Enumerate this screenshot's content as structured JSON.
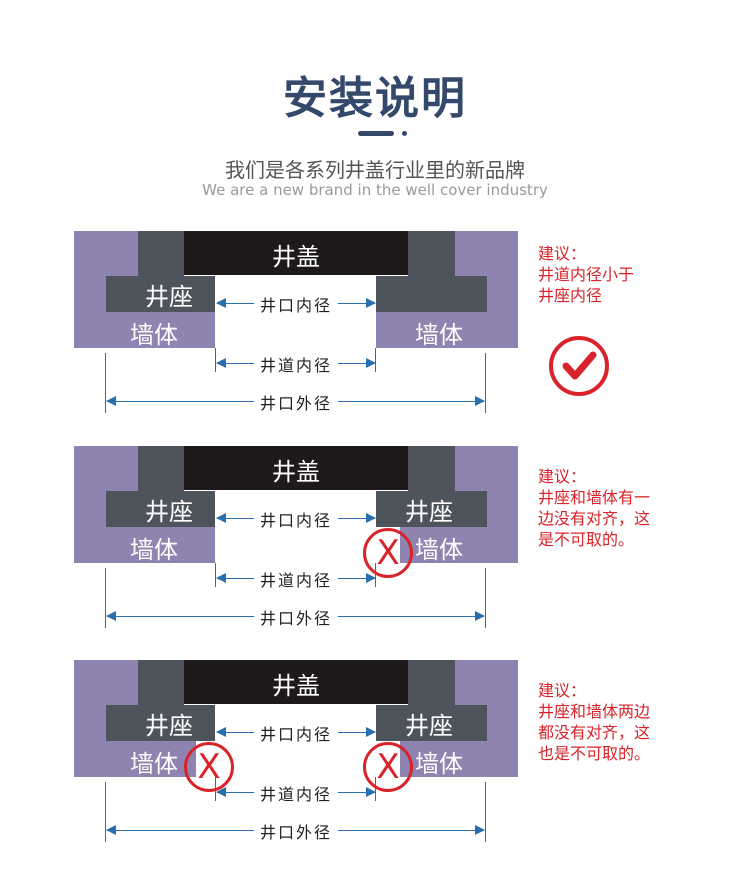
{
  "header": {
    "title": "安装说明",
    "subtitle_cn": "我们是各系列井盖行业里的新品牌",
    "subtitle_en": "We are a new brand in the well cover industry"
  },
  "labels": {
    "cover": "井盖",
    "seat": "井座",
    "wall": "墙体",
    "opening_inner": "井口内径",
    "shaft_inner": "井道内径",
    "opening_outer": "井口外径"
  },
  "diagrams": [
    {
      "note": [
        "建议：",
        "井道内径小于",
        "井座内径"
      ],
      "verdict": "correct"
    },
    {
      "note": [
        "建议：",
        "井座和墙体有一",
        "边没有对齐，这",
        "是不可取的。"
      ],
      "verdict": "wrong"
    },
    {
      "note": [
        "建议：",
        "井座和墙体两边",
        "都没有对齐，这",
        "也是不可取的。"
      ],
      "verdict": "wrong"
    }
  ],
  "marks": {
    "wrong": "X"
  },
  "colors": {
    "title": "#34486b",
    "wall": "#8f84b0",
    "seat": "#4d545c",
    "cover": "#1e1a1b",
    "dimension": "#2a6fad",
    "warning": "#d9232a"
  }
}
